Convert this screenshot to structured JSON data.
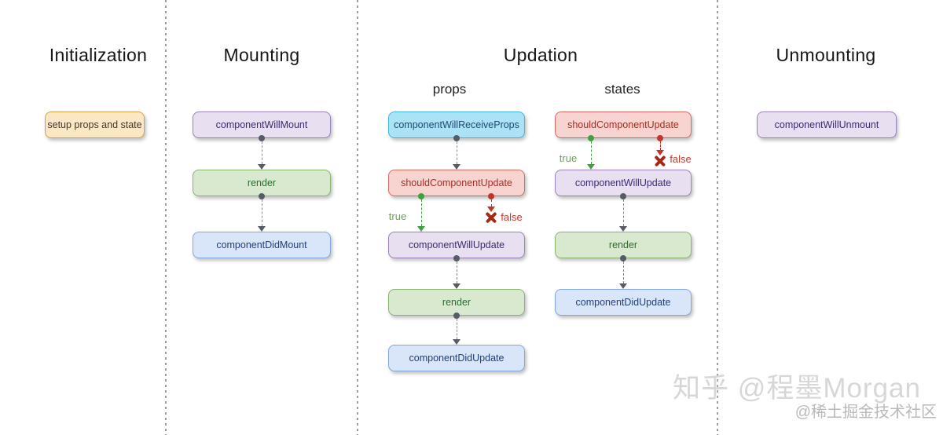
{
  "titles": {
    "initialization": "Initialization",
    "mounting": "Mounting",
    "updation": "Updation",
    "unmounting": "Unmounting"
  },
  "sublabels": {
    "props": "props",
    "states": "states"
  },
  "nodes": {
    "setup": "setup props and state",
    "component_will_mount": "componentWillMount",
    "mount_render": "render",
    "component_did_mount": "componentDidMount",
    "component_will_receive_props": "componentWillReceiveProps",
    "props_should_component_update": "shouldComponentUpdate",
    "props_component_will_update": "componentWillUpdate",
    "props_render": "render",
    "props_component_did_update": "componentDidUpdate",
    "states_should_component_update": "shouldComponentUpdate",
    "states_component_will_update": "componentWillUpdate",
    "states_render": "render",
    "states_component_did_update": "componentDidUpdate",
    "component_will_unmount": "componentWillUnmount"
  },
  "branches": {
    "true_label": "true",
    "false_label": "false"
  },
  "watermark": {
    "primary": "知乎 @程墨Morgan",
    "secondary": "@稀土掘金技术社区"
  },
  "colors": {
    "purple_bg": "#e8dff1",
    "purple_border": "#9b82b8",
    "purple_text": "#3d2b6e",
    "green_bg": "#d8e9cf",
    "green_border": "#89b371",
    "green_text": "#2e6b31",
    "blue_bg": "#d9e5f8",
    "blue_border": "#82a7da",
    "blue_text": "#20407a",
    "cyan_bg": "#abe2f6",
    "cyan_border": "#43b5dc",
    "cyan_text": "#1d4b70",
    "red_bg": "#f8d4d0",
    "red_border": "#d06b62",
    "red_text": "#a03028",
    "orange_bg": "#fbe7c3",
    "orange_border": "#d5a24d",
    "orange_text": "#46382a",
    "arrow_gray": "#555c66",
    "arrow_line_gray": "#8a8a8a",
    "arrow_green": "#3fa03f",
    "true_text": "#6f9d5b",
    "arrow_red": "#c0362c",
    "x_red": "#a52714",
    "false_text": "#c4372b",
    "separator": "#9c9c9c",
    "watermark_primary": "#d7d7d7",
    "watermark_secondary": "#b9b9b9",
    "title_text": "#161616"
  }
}
